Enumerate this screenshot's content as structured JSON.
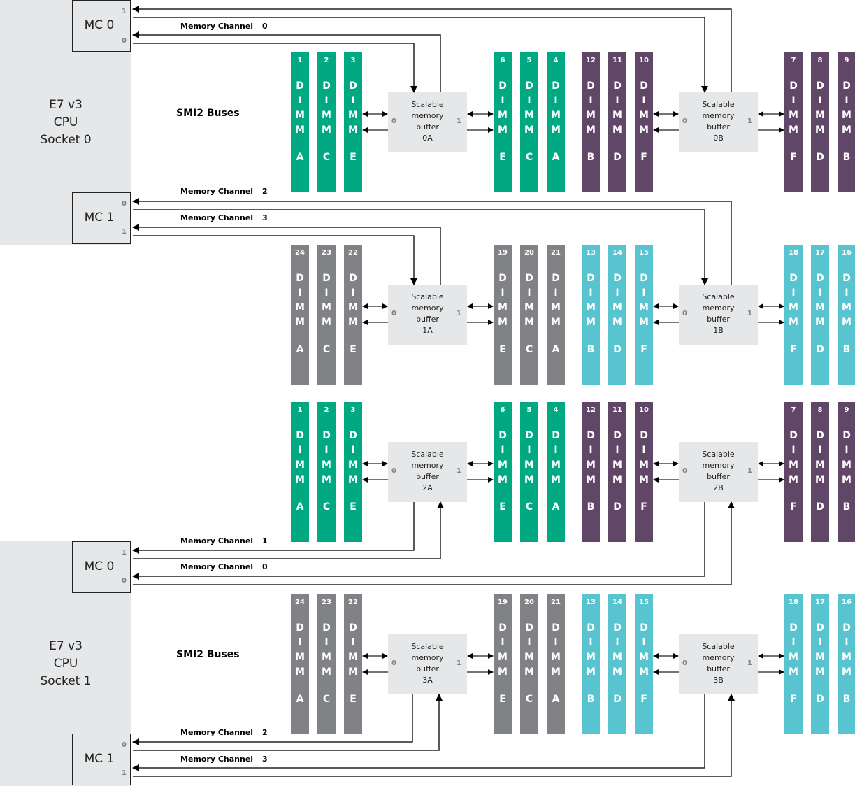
{
  "colors": {
    "green": "#01a982",
    "purple": "#614767",
    "gray": "#808285",
    "teal": "#58c4cf",
    "panel": "#e6e7e8"
  },
  "dimm_word": [
    "D",
    "I",
    "M",
    "M"
  ],
  "sockets": [
    {
      "lines": [
        "E7 v3",
        "CPU",
        "Socket 0"
      ],
      "smi_label": "SMI2 Buses",
      "controllers": [
        {
          "label": "MC 0",
          "port_top": "1",
          "port_bottom": "0"
        },
        {
          "label": "MC 1",
          "port_top": "0",
          "port_bottom": "1"
        }
      ]
    },
    {
      "lines": [
        "E7 v3",
        "CPU",
        "Socket 1"
      ],
      "smi_label": "SMI2 Buses",
      "controllers": [
        {
          "label": "MC 0",
          "port_top": "1",
          "port_bottom": "0"
        },
        {
          "label": "MC 1",
          "port_top": "0",
          "port_bottom": "1"
        }
      ]
    }
  ],
  "channel_labels": [
    {
      "text": "Memory Channel",
      "num": "0"
    },
    {
      "text": "Memory Channel",
      "num": "2"
    },
    {
      "text": "Memory Channel",
      "num": "3"
    },
    {
      "text": "Memory Channel",
      "num": "1"
    },
    {
      "text": "Memory Channel",
      "num": "0"
    },
    {
      "text": "Memory Channel",
      "num": "2"
    },
    {
      "text": "Memory Channel",
      "num": "3"
    }
  ],
  "rows": [
    {
      "buffers": [
        {
          "text": [
            "Scalable",
            "memory",
            "buffer",
            "0A"
          ],
          "port0": "0",
          "port1": "1"
        },
        {
          "text": [
            "Scalable",
            "memory",
            "buffer",
            "0B"
          ],
          "port0": "0",
          "port1": "1"
        }
      ],
      "dimms": [
        {
          "num": "1",
          "slot": "A",
          "color": "green"
        },
        {
          "num": "2",
          "slot": "C",
          "color": "green"
        },
        {
          "num": "3",
          "slot": "E",
          "color": "green"
        },
        {
          "num": "6",
          "slot": "E",
          "color": "green"
        },
        {
          "num": "5",
          "slot": "C",
          "color": "green"
        },
        {
          "num": "4",
          "slot": "A",
          "color": "green"
        },
        {
          "num": "12",
          "slot": "B",
          "color": "purple"
        },
        {
          "num": "11",
          "slot": "D",
          "color": "purple"
        },
        {
          "num": "10",
          "slot": "F",
          "color": "purple"
        },
        {
          "num": "7",
          "slot": "F",
          "color": "purple"
        },
        {
          "num": "8",
          "slot": "D",
          "color": "purple"
        },
        {
          "num": "9",
          "slot": "B",
          "color": "purple"
        }
      ]
    },
    {
      "buffers": [
        {
          "text": [
            "Scalable",
            "memory",
            "buffer",
            "1A"
          ],
          "port0": "0",
          "port1": "1"
        },
        {
          "text": [
            "Scalable",
            "memory",
            "buffer",
            "1B"
          ],
          "port0": "0",
          "port1": "1"
        }
      ],
      "dimms": [
        {
          "num": "24",
          "slot": "A",
          "color": "gray"
        },
        {
          "num": "23",
          "slot": "C",
          "color": "gray"
        },
        {
          "num": "22",
          "slot": "E",
          "color": "gray"
        },
        {
          "num": "19",
          "slot": "E",
          "color": "gray"
        },
        {
          "num": "20",
          "slot": "C",
          "color": "gray"
        },
        {
          "num": "21",
          "slot": "A",
          "color": "gray"
        },
        {
          "num": "13",
          "slot": "B",
          "color": "teal"
        },
        {
          "num": "14",
          "slot": "D",
          "color": "teal"
        },
        {
          "num": "15",
          "slot": "F",
          "color": "teal"
        },
        {
          "num": "18",
          "slot": "F",
          "color": "teal"
        },
        {
          "num": "17",
          "slot": "D",
          "color": "teal"
        },
        {
          "num": "16",
          "slot": "B",
          "color": "teal"
        }
      ]
    },
    {
      "buffers": [
        {
          "text": [
            "Scalable",
            "memory",
            "buffer",
            "2A"
          ],
          "port0": "0",
          "port1": "1"
        },
        {
          "text": [
            "Scalable",
            "memory",
            "buffer",
            "2B"
          ],
          "port0": "0",
          "port1": "1"
        }
      ],
      "dimms": [
        {
          "num": "1",
          "slot": "A",
          "color": "green"
        },
        {
          "num": "2",
          "slot": "C",
          "color": "green"
        },
        {
          "num": "3",
          "slot": "E",
          "color": "green"
        },
        {
          "num": "6",
          "slot": "E",
          "color": "green"
        },
        {
          "num": "5",
          "slot": "C",
          "color": "green"
        },
        {
          "num": "4",
          "slot": "A",
          "color": "green"
        },
        {
          "num": "12",
          "slot": "B",
          "color": "purple"
        },
        {
          "num": "11",
          "slot": "D",
          "color": "purple"
        },
        {
          "num": "10",
          "slot": "F",
          "color": "purple"
        },
        {
          "num": "7",
          "slot": "F",
          "color": "purple"
        },
        {
          "num": "8",
          "slot": "D",
          "color": "purple"
        },
        {
          "num": "9",
          "slot": "B",
          "color": "purple"
        }
      ]
    },
    {
      "buffers": [
        {
          "text": [
            "Scalable",
            "memory",
            "buffer",
            "3A"
          ],
          "port0": "0",
          "port1": "1"
        },
        {
          "text": [
            "Scalable",
            "memory",
            "buffer",
            "3B"
          ],
          "port0": "0",
          "port1": "1"
        }
      ],
      "dimms": [
        {
          "num": "24",
          "slot": "A",
          "color": "gray"
        },
        {
          "num": "23",
          "slot": "C",
          "color": "gray"
        },
        {
          "num": "22",
          "slot": "E",
          "color": "gray"
        },
        {
          "num": "19",
          "slot": "E",
          "color": "gray"
        },
        {
          "num": "20",
          "slot": "C",
          "color": "gray"
        },
        {
          "num": "21",
          "slot": "A",
          "color": "gray"
        },
        {
          "num": "13",
          "slot": "B",
          "color": "teal"
        },
        {
          "num": "14",
          "slot": "D",
          "color": "teal"
        },
        {
          "num": "15",
          "slot": "F",
          "color": "teal"
        },
        {
          "num": "18",
          "slot": "F",
          "color": "teal"
        },
        {
          "num": "17",
          "slot": "D",
          "color": "teal"
        },
        {
          "num": "16",
          "slot": "B",
          "color": "teal"
        }
      ]
    }
  ]
}
